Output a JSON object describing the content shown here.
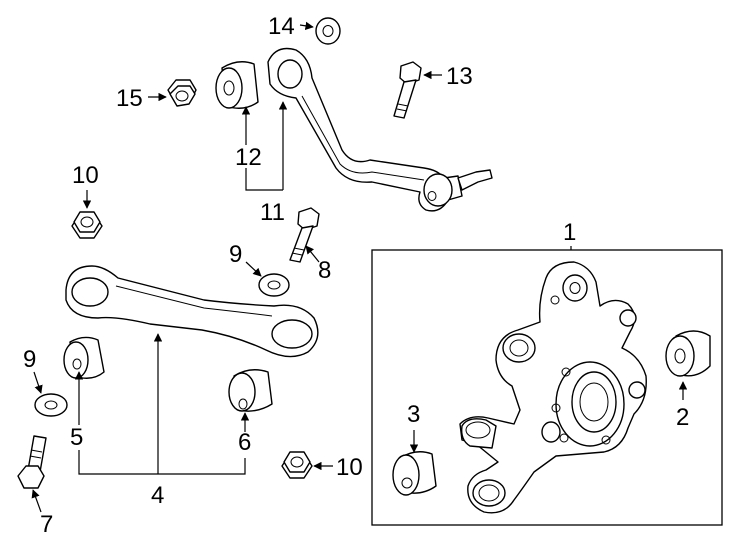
{
  "diagram": {
    "callouts": {
      "c1": "1",
      "c2": "2",
      "c3": "3",
      "c4": "4",
      "c5": "5",
      "c6": "6",
      "c7": "7",
      "c8": "8",
      "c9a": "9",
      "c9b": "9",
      "c10a": "10",
      "c10b": "10",
      "c11": "11",
      "c12": "12",
      "c13": "13",
      "c14": "14",
      "c15": "15"
    }
  }
}
